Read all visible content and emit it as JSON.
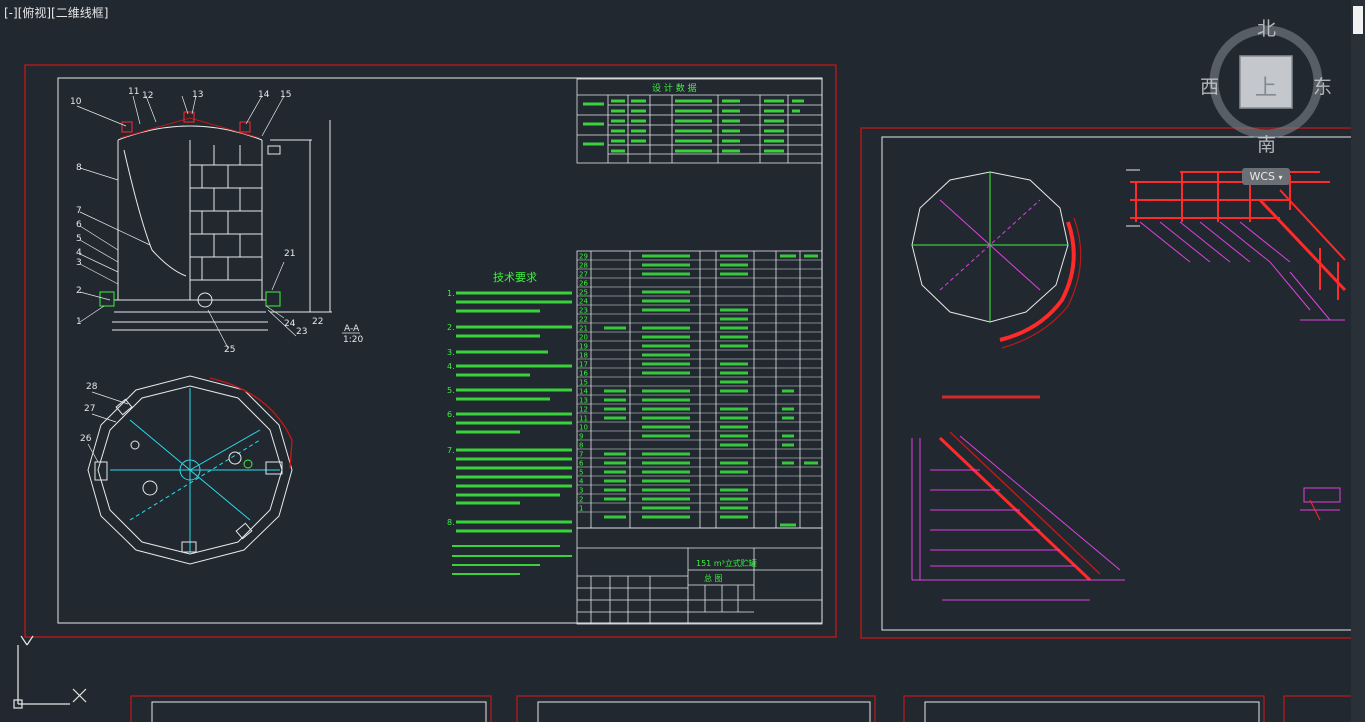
{
  "viewport": {
    "label": "[-][俯视][二维线框]"
  },
  "viewcube": {
    "north": "北",
    "south": "南",
    "east": "东",
    "west": "西",
    "face": "上",
    "wcs": "WCS"
  },
  "drawing": {
    "section_label": "A-A",
    "section_scale": "1:20",
    "tech_title": "技术要求",
    "design_table_title": "设 计 数 据",
    "title_block_name": "151 m³立式贮罐",
    "title_block_sub": "总 图",
    "ucs_y": "Y",
    "part_callouts": [
      "10",
      "11",
      "12",
      "13",
      "14",
      "15",
      "8",
      "7",
      "6",
      "5",
      "4",
      "3",
      "2",
      "1",
      "28",
      "27",
      "26",
      "25",
      "24",
      "23",
      "22",
      "21"
    ],
    "row_numbers": [
      "29",
      "28",
      "27",
      "26",
      "25",
      "24",
      "23",
      "22",
      "21",
      "20",
      "19",
      "18",
      "17",
      "16",
      "15",
      "14",
      "13",
      "12",
      "11",
      "10",
      "9",
      "8",
      "7",
      "6",
      "5",
      "4",
      "3",
      "2",
      "1"
    ],
    "tech_numbers": [
      "1.",
      "2.",
      "3.",
      "4.",
      "5.",
      "6.",
      "7.",
      "8."
    ]
  },
  "colors": {
    "background": "#212830",
    "frame_red": "#c01818",
    "line_white": "#e8e8e8",
    "text_green": "#3ef03e",
    "pipe_cyan": "#30d8e8",
    "dim_magenta": "#e040e0",
    "accent_red": "#ff2a2a"
  }
}
